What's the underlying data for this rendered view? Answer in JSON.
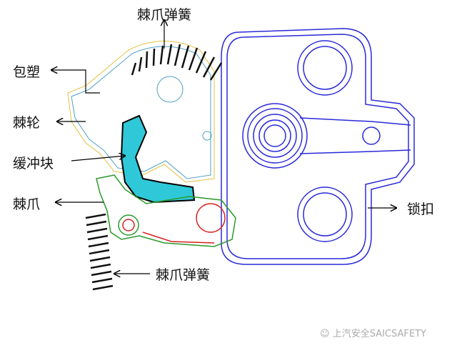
{
  "labels": {
    "pawl_spring_top": "棘爪弹簧",
    "plastic_coating": "包塑",
    "ratchet": "棘轮",
    "buffer_block": "缓冲块",
    "pawl": "棘爪",
    "pawl_spring_bottom": "棘爪弹簧",
    "striker": "锁扣"
  },
  "watermark": "上汽安全SAICSAFETY",
  "colors": {
    "striker": "#2a2ad8",
    "buffer": "#2ec8d8",
    "pawl": "#2a9a2a",
    "spring": "#111111",
    "pawl_detail": "#d82020"
  }
}
